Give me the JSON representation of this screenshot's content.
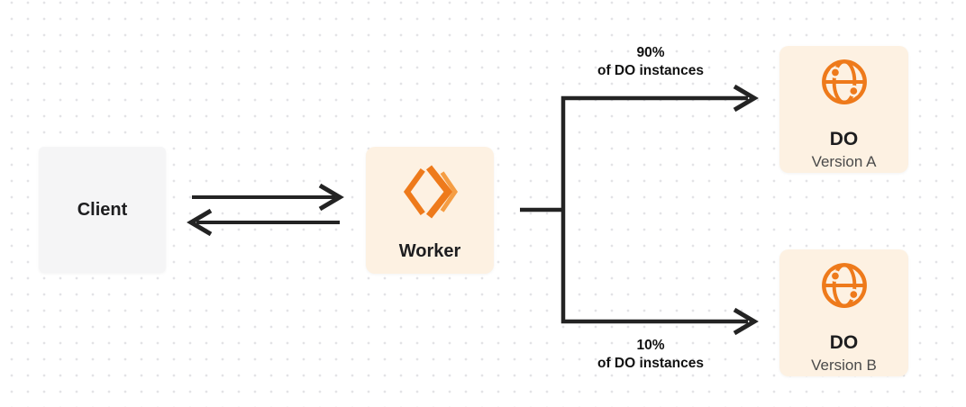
{
  "diagram": {
    "nodes": {
      "client": {
        "label": "Client"
      },
      "worker": {
        "label": "Worker",
        "icon": "workers-chevron-icon"
      },
      "do_version_a": {
        "title": "DO",
        "subtitle": "Version A",
        "icon": "globe-icon"
      },
      "do_version_b": {
        "title": "DO",
        "subtitle": "Version B",
        "icon": "globe-icon"
      }
    },
    "edges": {
      "client_worker": {
        "direction": "bidirectional"
      },
      "to_version_a": {
        "percent": "90%",
        "caption": "of DO instances"
      },
      "to_version_b": {
        "percent": "10%",
        "caption": "of DO instances"
      }
    },
    "colors": {
      "background": "#FFFFFF",
      "dot_grid": "#E3E3E6",
      "arrow_dark": "#232323",
      "accent_orange": "#EE7A1B",
      "accent_orange_light": "#F59D43",
      "box_cream": "#FDF1E2",
      "box_gray": "#F5F5F6",
      "text_dark": "#1D1D1F",
      "subtitle_gray": "#4A4A4A"
    }
  }
}
